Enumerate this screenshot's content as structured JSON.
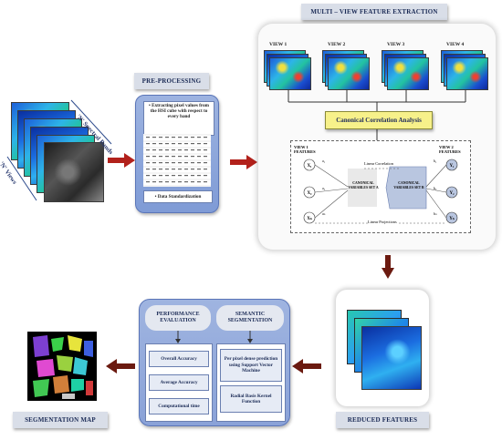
{
  "titles": {
    "preprocessing": "PRE-PROCESSING",
    "multiview": "MULTI – VIEW FEATURE EXTRACTION",
    "reduced": "REDUCED  FEATURES",
    "segmap": "SEGMENTATION MAP"
  },
  "input": {
    "spectral_label": "'N' Spectral Bands",
    "views_label": "'N' Views"
  },
  "preprocessing": {
    "bullet1": "Extracting pixel values from the HSI cube with respect to every band",
    "bullet2": "Data Standardization"
  },
  "multiview": {
    "views": [
      "VIEW 1",
      "VIEW 2",
      "VIEW 3",
      "VIEW 4"
    ],
    "cca": "Canonical Correlation Analysis",
    "view1_features": "VIEW 1\nFEATURES",
    "view2_features": "VIEW 2\nFEATURES",
    "linear_correlation": "Linear Correlation",
    "linear_projections": "Linear Projections",
    "set_a": "CANONICAL VARIABLES SET A",
    "set_b": "CANONICAL VARIABLES SET B",
    "x_nodes": [
      "X₁",
      "X₂",
      "Xₙ"
    ],
    "y_nodes": [
      "Y₁",
      "Y₂",
      "Yₙ"
    ],
    "weights_a": [
      "a₁",
      "a₂",
      "aₙ"
    ],
    "weights_b": [
      "b₁",
      "b₂",
      "bₙ"
    ]
  },
  "evaluation": {
    "performance_title": "PERFORMANCE EVALUATION",
    "semantic_title": "SEMANTIC SEGMENTATION",
    "metrics": [
      "Overall Accuracy",
      "Average Accuracy",
      "Computational time"
    ],
    "seg_items": [
      "Per pixel dense prediction using Support Vector Machine",
      "Radial Basis Kernel Function"
    ]
  }
}
